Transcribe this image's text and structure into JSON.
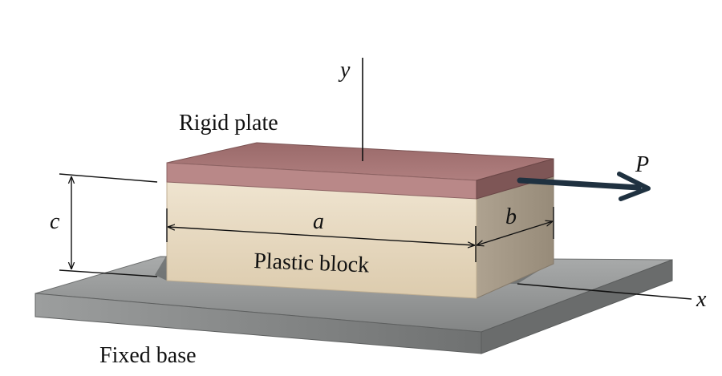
{
  "labels": {
    "rigid_plate": "Rigid plate",
    "plastic_block": "Plastic block",
    "fixed_base": "Fixed base"
  },
  "symbols": {
    "y_axis": "y",
    "x_axis": "x",
    "force": "P",
    "dim_a": "a",
    "dim_b": "b",
    "dim_c": "c"
  },
  "colors": {
    "plate_top": "#a47373",
    "plate_front": "#b98888",
    "plate_side": "#7e5656",
    "block_front": "#e6d7be",
    "block_side": "#a69a88",
    "base_top": "#939393",
    "base_front": "#7c7c7c",
    "force_arrow": "#1f3140"
  }
}
